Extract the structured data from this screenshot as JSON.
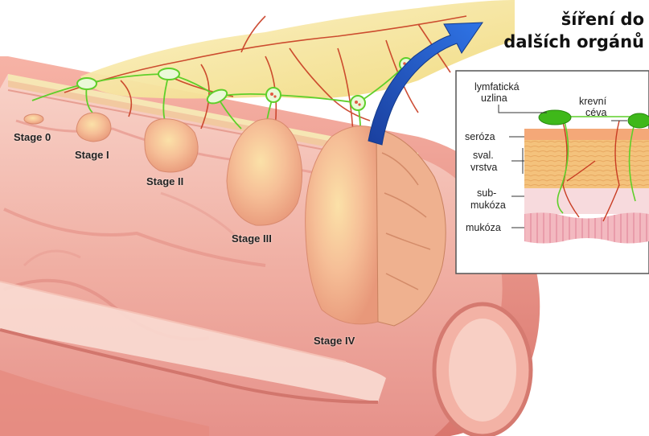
{
  "title": {
    "line1": "šíření do",
    "line2": "dalších orgánů"
  },
  "stages": [
    "Stage 0",
    "Stage I",
    "Stage II",
    "Stage III",
    "Stage IV"
  ],
  "inset": {
    "node_label_1": "lymfatická",
    "node_label_2": "uzlina",
    "vessel_label_1": "krevní",
    "vessel_label_2": "céva",
    "layers": {
      "serosa": "seróza",
      "muscle_1": "sval.",
      "muscle_2": "vrstva",
      "submucosa_1": "sub-",
      "submucosa_2": "mukóza",
      "mucosa": "mukóza"
    }
  },
  "colors": {
    "colon_wall": "#f2a99e",
    "colon_inner": "#f7c9bf",
    "tumor": "#f4b48f",
    "fat": "#f5e7a0",
    "lymph_vessel": "#5fcf2a",
    "blood_vessel": "#c83c22",
    "arrow": "#1e56c8"
  }
}
